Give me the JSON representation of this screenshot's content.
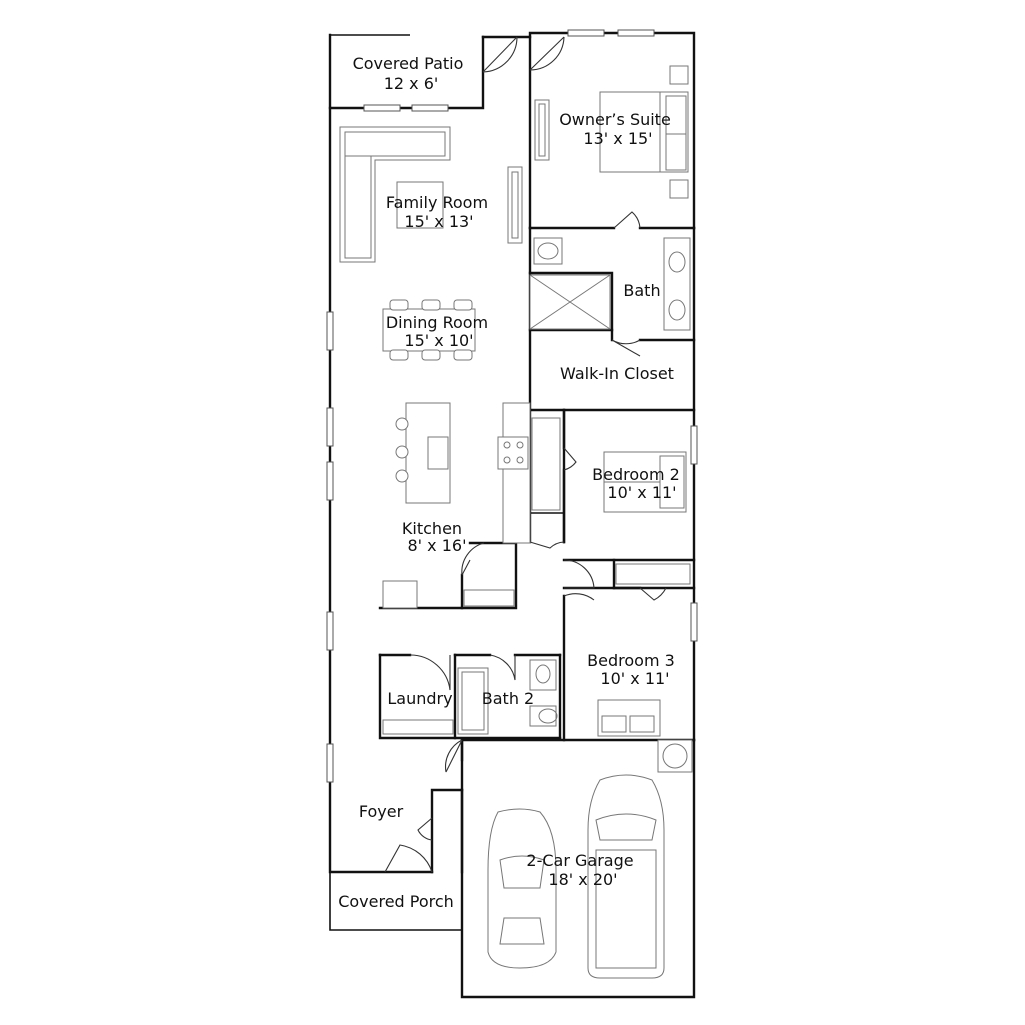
{
  "rooms": {
    "covered_patio": {
      "name": "Covered Patio",
      "size": "12 x 6'"
    },
    "owners_suite": {
      "name": "Owner’s Suite",
      "size": "13' x 15'"
    },
    "family_room": {
      "name": "Family Room",
      "size": "15' x 13'"
    },
    "dining_room": {
      "name": "Dining Room",
      "size": "15' x 10'"
    },
    "bath": {
      "name": "Bath"
    },
    "walk_in_closet": {
      "name": "Walk-In Closet"
    },
    "bedroom_2": {
      "name": "Bedroom 2",
      "size": "10' x 11'"
    },
    "kitchen": {
      "name": "Kitchen",
      "size": "8' x 16'"
    },
    "bedroom_3": {
      "name": "Bedroom 3",
      "size": "10' x 11'"
    },
    "laundry": {
      "name": "Laundry"
    },
    "bath_2": {
      "name": "Bath 2"
    },
    "foyer": {
      "name": "Foyer"
    },
    "garage": {
      "name": "2-Car Garage",
      "size": "18' x 20'"
    },
    "covered_porch": {
      "name": "Covered Porch"
    }
  }
}
